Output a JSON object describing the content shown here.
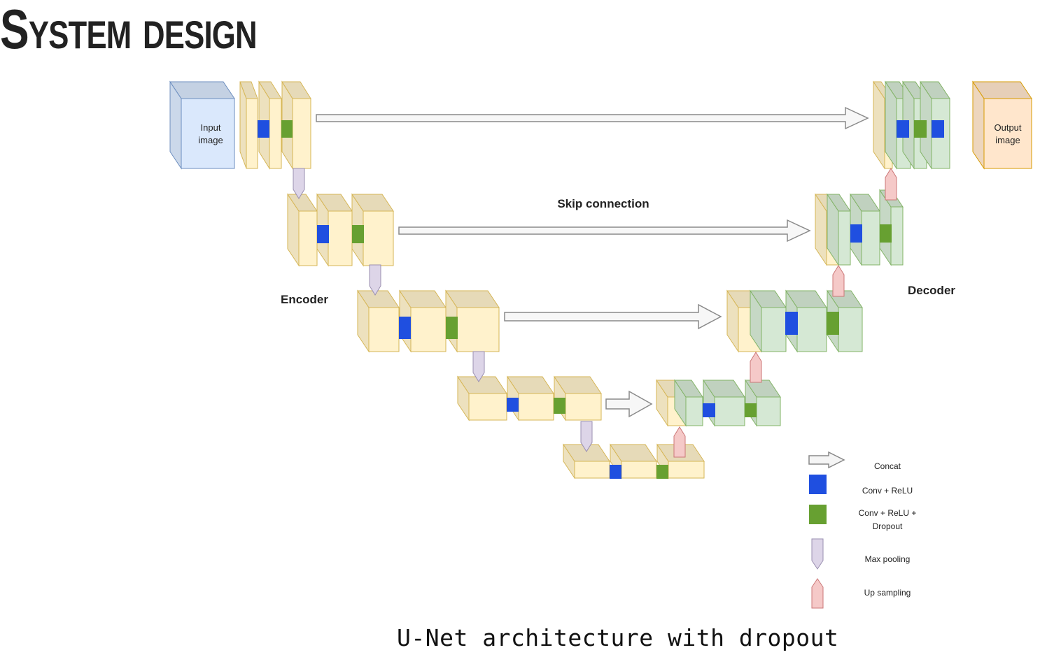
{
  "slide": {
    "title": "System design",
    "caption": "U-Net architecture with dropout"
  },
  "diagram": {
    "input_label": [
      "Input",
      "image"
    ],
    "output_label": [
      "Output",
      "image"
    ],
    "skip_label": "Skip connection",
    "encoder_label": "Encoder",
    "decoder_label": "Decoder"
  },
  "legend": {
    "items": [
      {
        "label": "Concat",
        "icon": "arrow-right-icon"
      },
      {
        "label": "Conv + ReLU",
        "icon": "blue-square",
        "color": "#1f4fe0"
      },
      {
        "label": "Conv + ReLU + Dropout",
        "lines": [
          "Conv + ReLU +",
          "Dropout"
        ],
        "icon": "green-square",
        "color": "#67a031"
      },
      {
        "label": "Max pooling",
        "icon": "pool-arrow-down-icon",
        "color": "#ddd5e8"
      },
      {
        "label": "Up sampling",
        "icon": "up-arrow-icon",
        "color": "#f5c9c8"
      }
    ]
  },
  "colors": {
    "encoder_fill": "#fff2cc",
    "encoder_stroke": "#d6b656",
    "decoder_fill": "#d5e8d4",
    "decoder_stroke": "#82b366",
    "input_fill": "#dae8fc",
    "input_stroke": "#6c8ebf",
    "output_fill": "#ffe6cc",
    "output_stroke": "#d79b00"
  }
}
